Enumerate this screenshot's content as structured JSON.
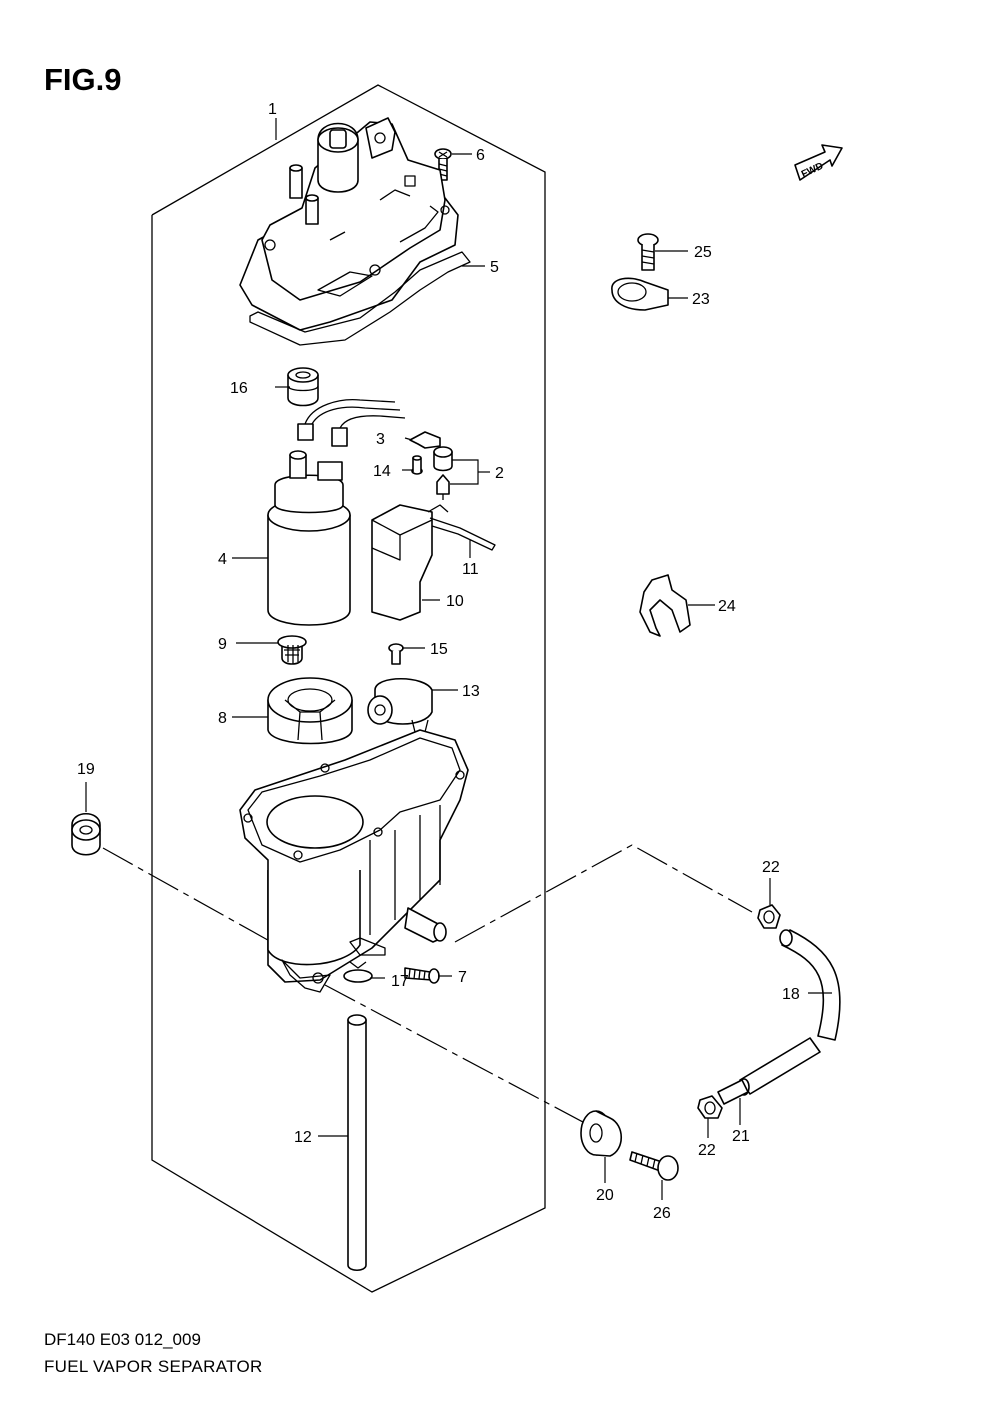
{
  "figure": {
    "title": "FIG.9",
    "model_code": "DF140 E03 012_009",
    "caption": "FUEL VAPOR SEPARATOR",
    "fwd_label": "FWD"
  },
  "callouts": {
    "c1": "1",
    "c2": "2",
    "c3": "3",
    "c4": "4",
    "c5": "5",
    "c6": "6",
    "c7": "7",
    "c8": "8",
    "c9": "9",
    "c10": "10",
    "c11": "11",
    "c12": "12",
    "c13": "13",
    "c14": "14",
    "c15": "15",
    "c16": "16",
    "c17": "17",
    "c18": "18",
    "c19": "19",
    "c20": "20",
    "c21": "21",
    "c22a": "22",
    "c22b": "22",
    "c23": "23",
    "c24": "24",
    "c25": "25",
    "c26": "26"
  }
}
